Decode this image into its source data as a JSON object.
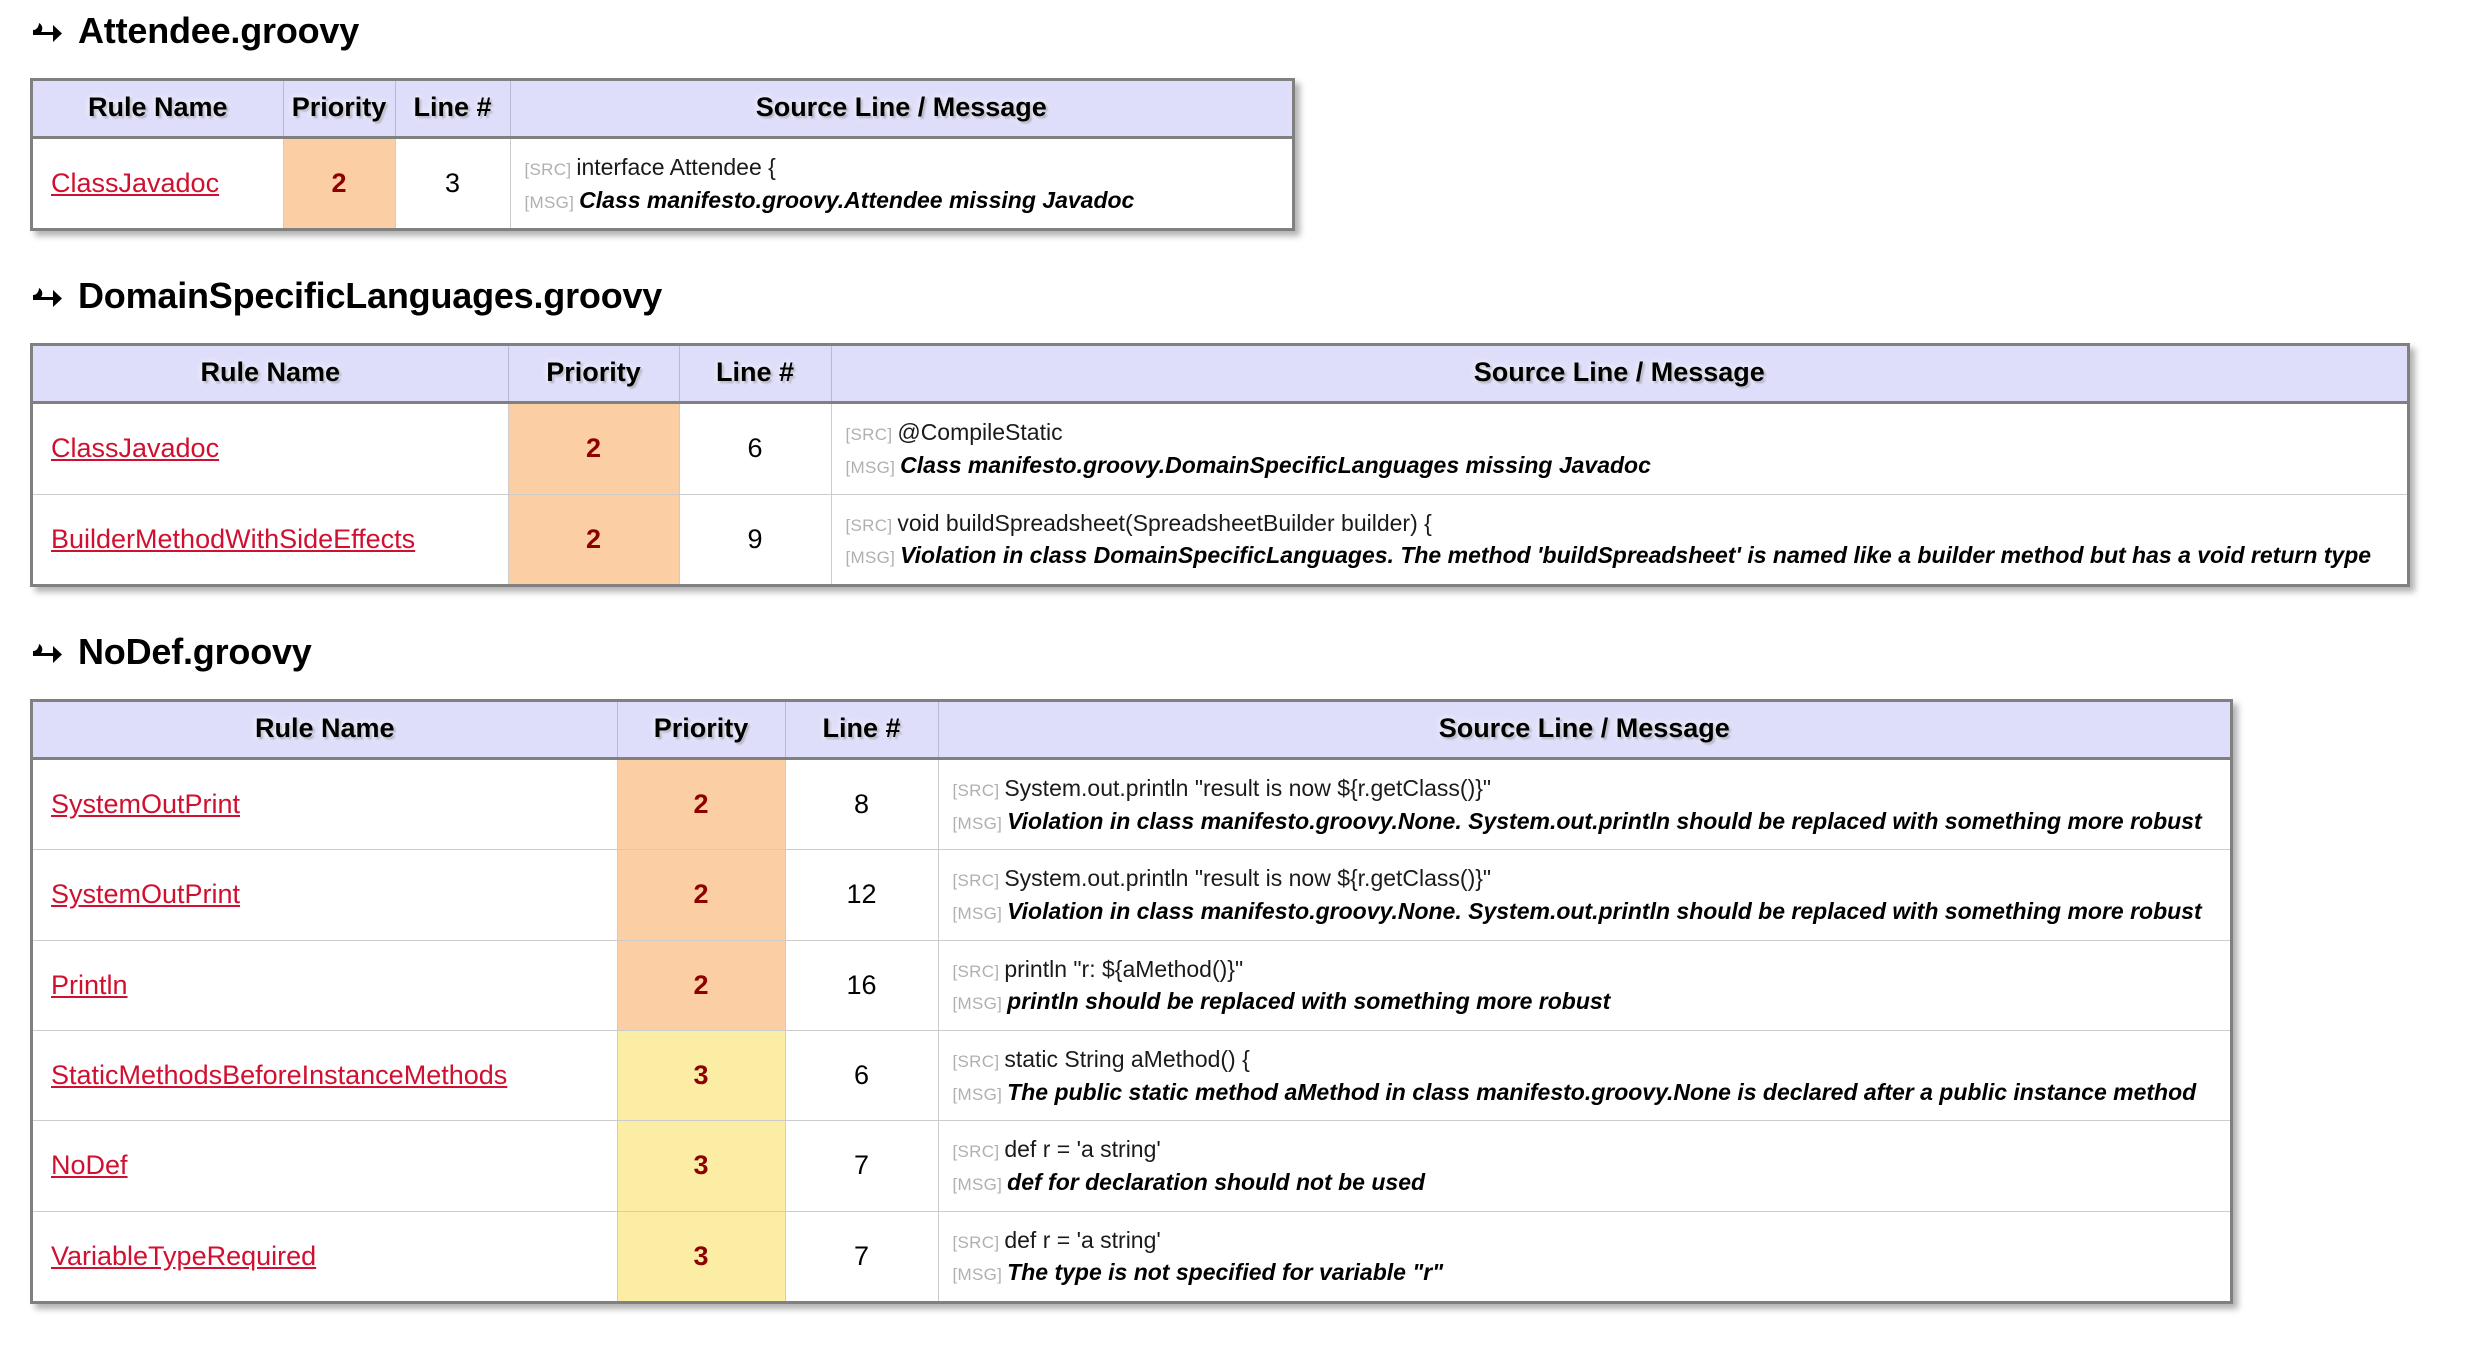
{
  "icons": {
    "section_arrow": "right-arrow-icon"
  },
  "colors": {
    "header_bg": "#DEDEFA",
    "priority2_bg": "#FCCEA4",
    "priority3_bg": "#FCEDA4",
    "rule_link": "#D01030",
    "priority_text": "#8C0000",
    "table_border": "#808080"
  },
  "columns": {
    "rule_name": "Rule Name",
    "priority": "Priority",
    "line_number": "Line #",
    "source_message": "Source Line / Message"
  },
  "tags": {
    "src": "[SRC]",
    "msg": "[MSG]"
  },
  "sections": [
    {
      "file": "Attendee.groovy",
      "rows": [
        {
          "rule": "ClassJavadoc",
          "priority": "2",
          "priority_class": "prio-2",
          "line": "3",
          "src": "interface Attendee {",
          "msg": "Class manifesto.groovy.Attendee missing Javadoc"
        }
      ]
    },
    {
      "file": "DomainSpecificLanguages.groovy",
      "rows": [
        {
          "rule": "ClassJavadoc",
          "priority": "2",
          "priority_class": "prio-2",
          "line": "6",
          "src": "@CompileStatic",
          "msg": "Class manifesto.groovy.DomainSpecificLanguages missing Javadoc"
        },
        {
          "rule": "BuilderMethodWithSideEffects",
          "priority": "2",
          "priority_class": "prio-2",
          "line": "9",
          "src": "void buildSpreadsheet(SpreadsheetBuilder builder) {",
          "msg": "Violation in class DomainSpecificLanguages. The method 'buildSpreadsheet' is named like a builder method but has a void return type"
        }
      ]
    },
    {
      "file": "NoDef.groovy",
      "rows": [
        {
          "rule": "SystemOutPrint",
          "priority": "2",
          "priority_class": "prio-2",
          "line": "8",
          "src": "System.out.println \"result is now ${r.getClass()}\"",
          "msg": "Violation in class manifesto.groovy.None. System.out.println should be replaced with something more robust"
        },
        {
          "rule": "SystemOutPrint",
          "priority": "2",
          "priority_class": "prio-2",
          "line": "12",
          "src": "System.out.println \"result is now ${r.getClass()}\"",
          "msg": "Violation in class manifesto.groovy.None. System.out.println should be replaced with something more robust"
        },
        {
          "rule": "Println",
          "priority": "2",
          "priority_class": "prio-2",
          "line": "16",
          "src": "println \"r: ${aMethod()}\"",
          "msg": "println should be replaced with something more robust"
        },
        {
          "rule": "StaticMethodsBeforeInstanceMethods",
          "priority": "3",
          "priority_class": "prio-3",
          "line": "6",
          "src": "static String aMethod() {",
          "msg": "The public static method aMethod in class manifesto.groovy.None is declared after a public instance method"
        },
        {
          "rule": "NoDef",
          "priority": "3",
          "priority_class": "prio-3",
          "line": "7",
          "src": "def r = 'a string'",
          "msg": "def for declaration should not be used"
        },
        {
          "rule": "VariableTypeRequired",
          "priority": "3",
          "priority_class": "prio-3",
          "line": "7",
          "src": "def r = 'a string'",
          "msg": "The type is not specified for variable \"r\""
        }
      ]
    }
  ]
}
